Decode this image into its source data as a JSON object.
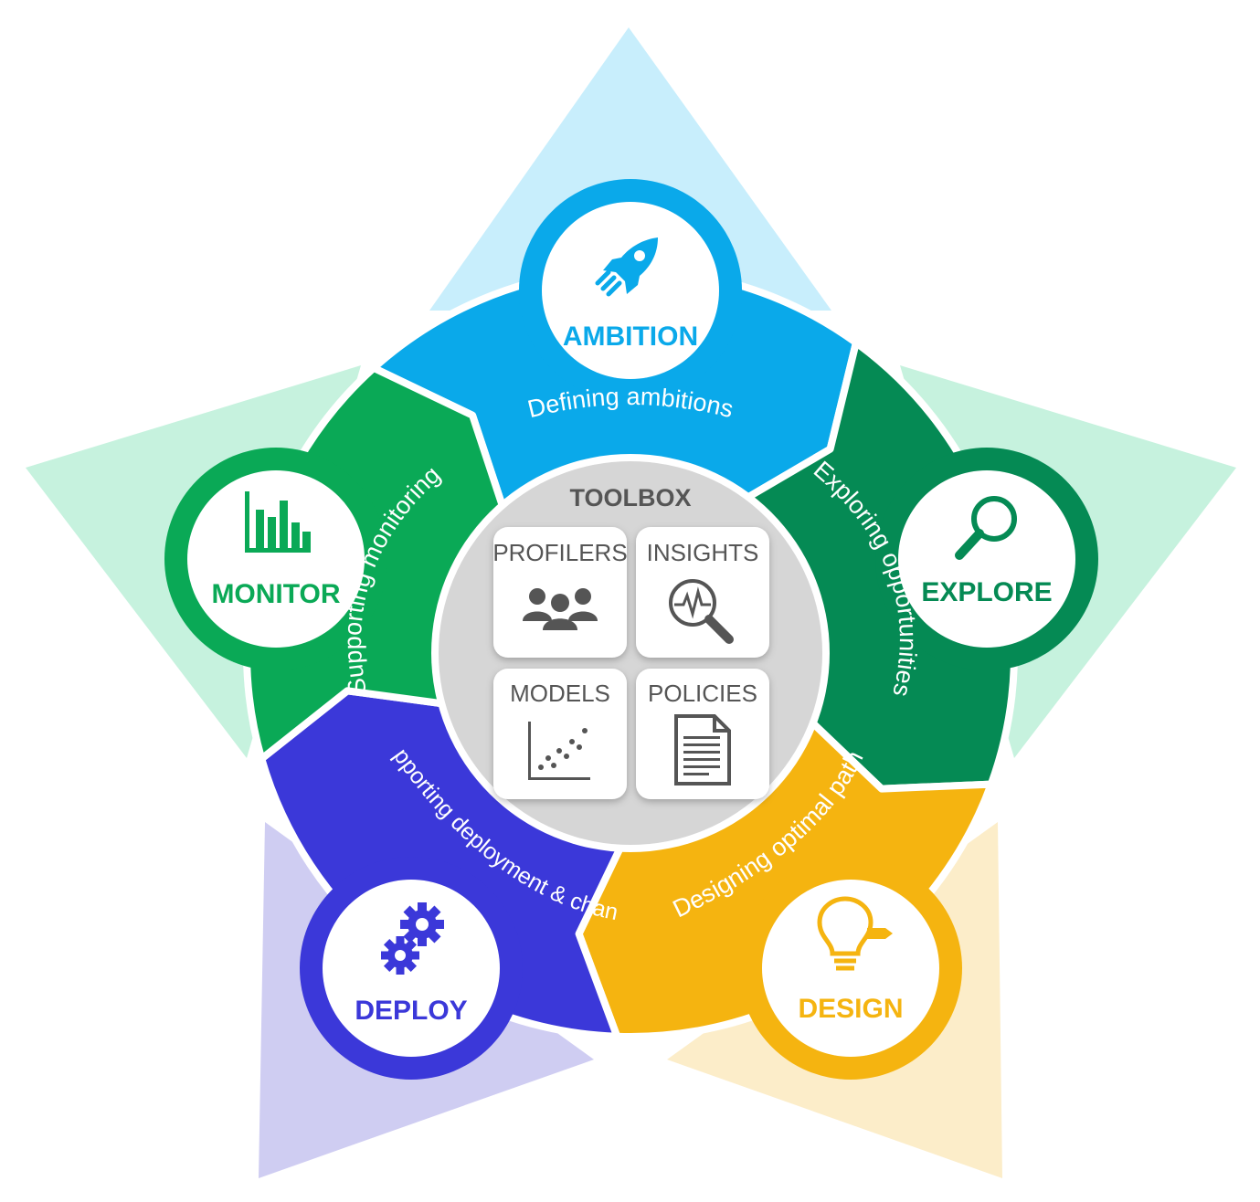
{
  "colors": {
    "ambition": "#0aa9ea",
    "explore": "#058a54",
    "design": "#f5b410",
    "deploy": "#3b38d9",
    "monitor": "#0aa956",
    "toolbox_bg": "#d6d6d6",
    "tool_text": "#555555"
  },
  "stages": [
    {
      "key": "ambition",
      "label": "AMBITION",
      "description": "Defining ambitions",
      "icon": "rocket-icon"
    },
    {
      "key": "explore",
      "label": "EXPLORE",
      "description": "Exploring opportunities",
      "icon": "magnifier-icon"
    },
    {
      "key": "design",
      "label": "DESIGN",
      "description": "Designing optimal path",
      "icon": "lightbulb-icon"
    },
    {
      "key": "deploy",
      "label": "DEPLOY",
      "description": "Supporting deployment & change",
      "icon": "gears-icon"
    },
    {
      "key": "monitor",
      "label": "MONITOR",
      "description": "Supporting monitoring",
      "icon": "bar-chart-icon"
    }
  ],
  "toolbox": {
    "title": "TOOLBOX",
    "tools": [
      {
        "label": "PROFILERS",
        "icon": "people-icon"
      },
      {
        "label": "INSIGHTS",
        "icon": "pulse-search-icon"
      },
      {
        "label": "MODELS",
        "icon": "scatter-plot-icon"
      },
      {
        "label": "POLICIES",
        "icon": "document-icon"
      }
    ]
  }
}
